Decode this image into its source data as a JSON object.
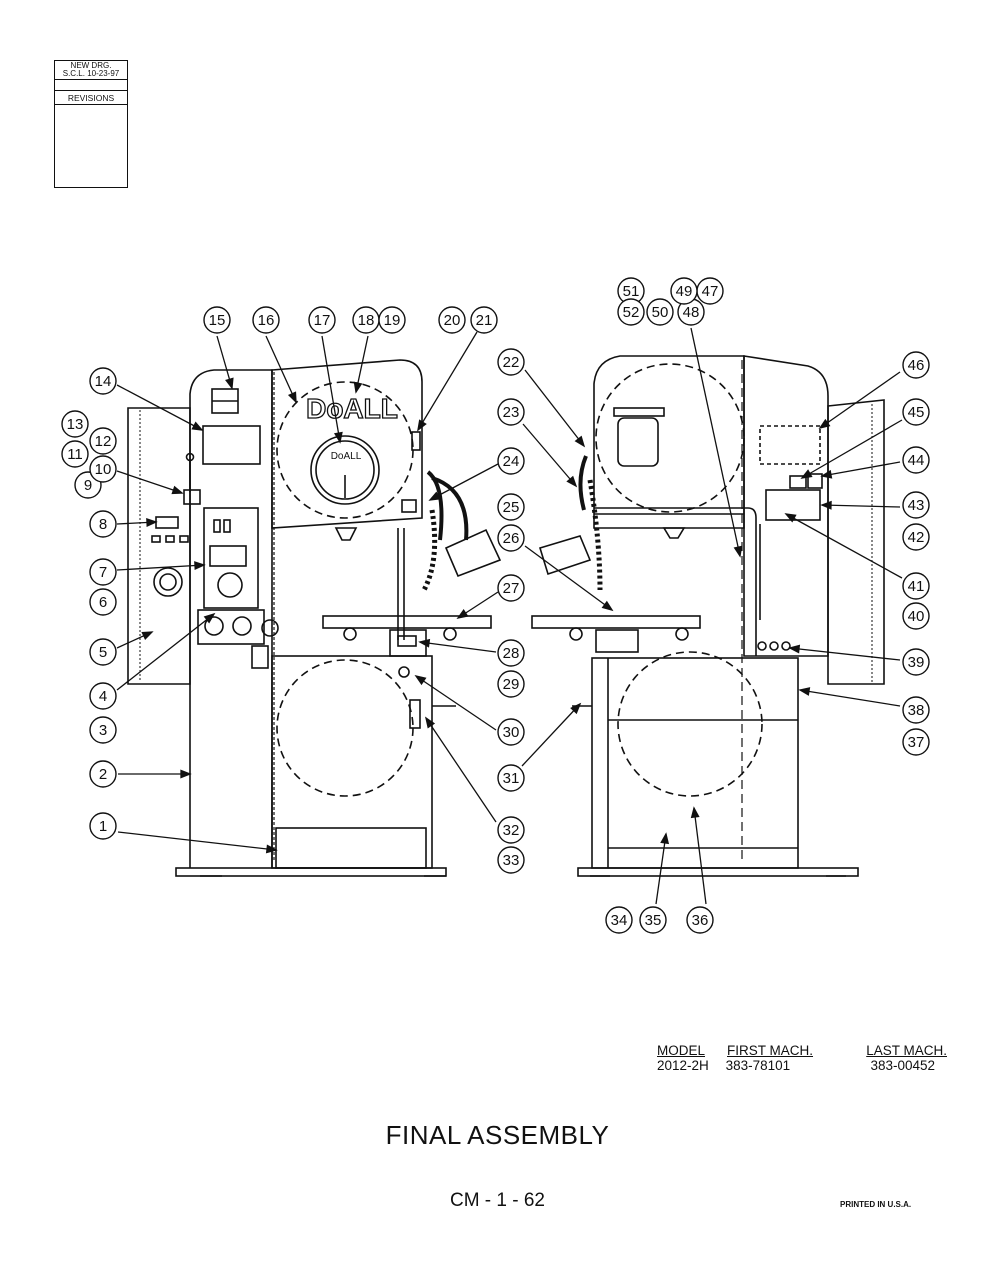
{
  "revisions": {
    "line1": "NEW DRG.",
    "line2": "S.C.L. 10-23-97",
    "label": "REVISIONS"
  },
  "machine_logo": "DoALL",
  "gauge_logo": "DoALL",
  "callouts": [
    "1",
    "2",
    "3",
    "4",
    "5",
    "6",
    "7",
    "8",
    "9",
    "10",
    "11",
    "12",
    "13",
    "14",
    "15",
    "16",
    "17",
    "18",
    "19",
    "20",
    "21",
    "22",
    "23",
    "24",
    "25",
    "26",
    "27",
    "28",
    "29",
    "30",
    "31",
    "32",
    "33",
    "34",
    "35",
    "36",
    "37",
    "38",
    "39",
    "40",
    "41",
    "42",
    "43",
    "44",
    "45",
    "46",
    "47",
    "48",
    "49",
    "50",
    "51",
    "52"
  ],
  "model_table": {
    "headers": [
      "MODEL",
      "FIRST MACH.",
      "LAST MACH."
    ],
    "row": [
      "2012-2H",
      "383-78101",
      "383-00452"
    ]
  },
  "title": "FINAL ASSEMBLY",
  "page_number": "CM - 1 - 62",
  "printed": "PRINTED IN U.S.A."
}
